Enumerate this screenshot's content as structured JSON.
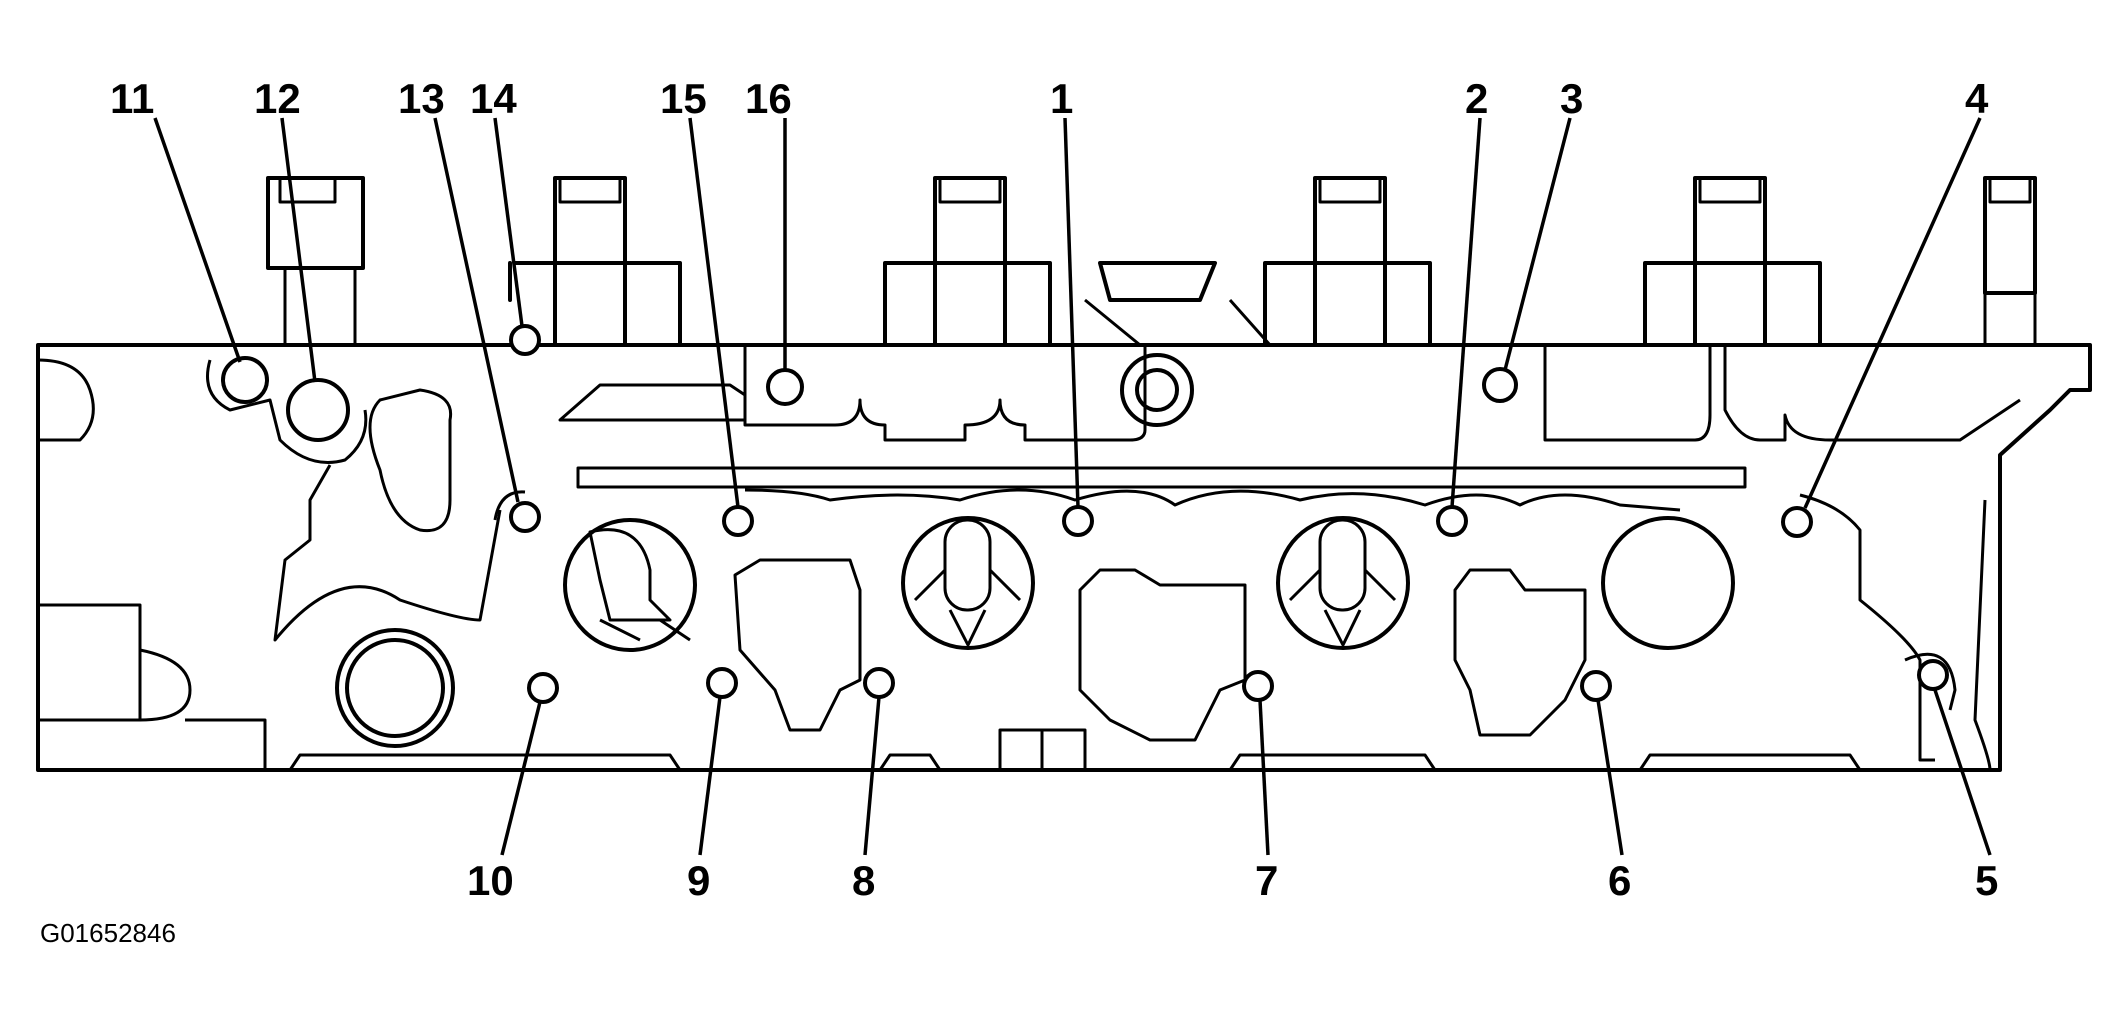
{
  "figure_id": "G01652846",
  "callouts": [
    "1",
    "2",
    "3",
    "4",
    "5",
    "6",
    "7",
    "8",
    "9",
    "10",
    "11",
    "12",
    "13",
    "14",
    "15",
    "16"
  ]
}
